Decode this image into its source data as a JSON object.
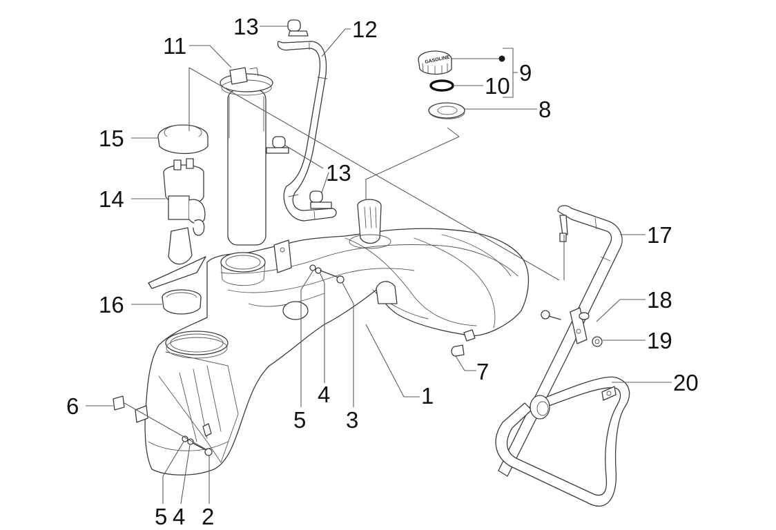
{
  "diagram": {
    "title": "Fuel tank exploded parts diagram",
    "cap_text": "GASOLINE",
    "callouts": [
      {
        "id": "c1",
        "label": "1",
        "part": "fuel-tank"
      },
      {
        "id": "c2",
        "label": "2",
        "part": "bolt"
      },
      {
        "id": "c3",
        "label": "3",
        "part": "bolt"
      },
      {
        "id": "c4a",
        "label": "4",
        "part": "washer"
      },
      {
        "id": "c4b",
        "label": "4",
        "part": "washer"
      },
      {
        "id": "c5a",
        "label": "5",
        "part": "washer"
      },
      {
        "id": "c5b",
        "label": "5",
        "part": "washer"
      },
      {
        "id": "c6",
        "label": "6",
        "part": "clip-nut"
      },
      {
        "id": "c7",
        "label": "7",
        "part": "cap-plug"
      },
      {
        "id": "c8",
        "label": "8",
        "part": "filler-neck-gasket"
      },
      {
        "id": "c9",
        "label": "9",
        "part": "fuel-cap-assembly"
      },
      {
        "id": "c10",
        "label": "10",
        "part": "o-ring"
      },
      {
        "id": "c11",
        "label": "11",
        "part": "fuel-level-sender"
      },
      {
        "id": "c12",
        "label": "12",
        "part": "breather-hose"
      },
      {
        "id": "c13a",
        "label": "13",
        "part": "hose-clamp"
      },
      {
        "id": "c13b",
        "label": "13",
        "part": "hose-clamp"
      },
      {
        "id": "c14",
        "label": "14",
        "part": "fuel-pump"
      },
      {
        "id": "c15",
        "label": "15",
        "part": "lock-ring"
      },
      {
        "id": "c16",
        "label": "16",
        "part": "pump-seal"
      },
      {
        "id": "c17",
        "label": "17",
        "part": "drain-hose"
      },
      {
        "id": "c18",
        "label": "18",
        "part": "hose-bracket"
      },
      {
        "id": "c19",
        "label": "19",
        "part": "nut"
      },
      {
        "id": "c20",
        "label": "20",
        "part": "overflow-hose"
      }
    ]
  }
}
